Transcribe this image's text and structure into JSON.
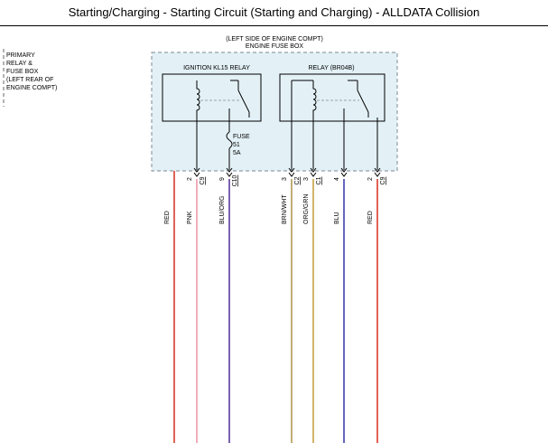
{
  "page_title": "Starting/Charging - Starting Circuit (Starting and Charging) - ALLDATA Collision",
  "fuse_box": {
    "location": "(LEFT SIDE OF ENGINE COMPT)",
    "name": "ENGINE FUSE BOX"
  },
  "primary_box": {
    "lines": [
      "PRIMARY",
      "RELAY &",
      "FUSE BOX",
      "(LEFT REAR OF",
      "ENGINE COMPT)"
    ]
  },
  "relays": [
    {
      "label": "IGNITION KL15 RELAY"
    },
    {
      "label": "RELAY (BR04B)"
    }
  ],
  "fuse": {
    "lines": [
      "FUSE",
      "51",
      "5A"
    ]
  },
  "wires": [
    {
      "pin": "",
      "connector": "",
      "color_label": "RED",
      "stroke": "#d93a2b"
    },
    {
      "pin": "2",
      "connector": "C9",
      "color_label": "PNK",
      "stroke": "#ee98a8"
    },
    {
      "pin": "9",
      "connector": "C10",
      "color_label": "BLU/ORG",
      "stroke": "#5b3a9e"
    },
    {
      "pin": "3",
      "connector": "C2",
      "color_label": "BRN/WHT",
      "stroke": "#b09a52"
    },
    {
      "pin": "3",
      "connector": "C1",
      "color_label": "ORG/GRN",
      "stroke": "#c8a243"
    },
    {
      "pin": "4",
      "connector": "",
      "color_label": "BLU",
      "stroke": "#3f3fae"
    },
    {
      "pin": "2",
      "connector": "C9",
      "color_label": "RED",
      "stroke": "#d93a2b"
    }
  ],
  "colors": {
    "fuse_box_fill": "#e3f1f7",
    "fuse_box_border": "#7a8a94"
  }
}
